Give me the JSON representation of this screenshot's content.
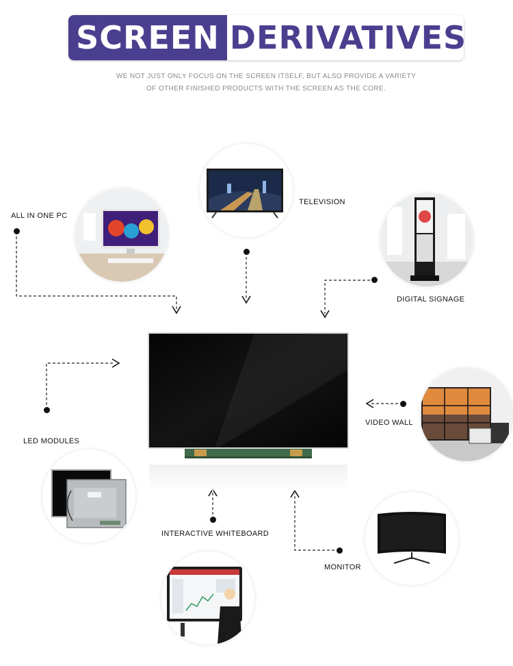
{
  "header": {
    "title_left": "SCREEN",
    "title_right": "DERIVATIVES",
    "subtitle_line1": "WE NOT JUST ONLY FOCUS ON THE SCREEN ITSELF, BUT ALSO PROVIDE A VARIETY",
    "subtitle_line2": "OF OTHER FINISHED PRODUCTS WITH THE  SCREEN AS THE CORE."
  },
  "products": {
    "all_in_one_pc": "ALL IN ONE PC",
    "television": "TELEVISION",
    "digital_signage": "DIGITAL SIGNAGE",
    "led_modules": "LED MODULES",
    "video_wall": "VIDEO WALL",
    "interactive_whiteboard": "INTERACTIVE WHITEBOARD",
    "monitor": "MONITOR"
  },
  "colors": {
    "brand": "#4a3f8f",
    "text": "#111111",
    "subtitle": "#8a8a8a"
  }
}
